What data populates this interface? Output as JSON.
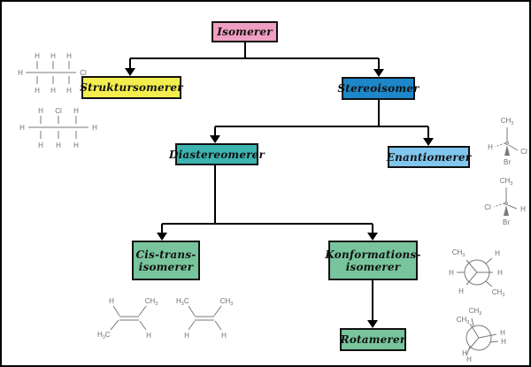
{
  "diagram": {
    "title_hint": "Isomer classification flowchart (German)",
    "nodes": {
      "isomerer": {
        "label": "Isomerer",
        "bg": "#ef9fc3"
      },
      "struktur": {
        "label": "Struktursomerer",
        "bg": "#f3ee4e"
      },
      "stereoisomer": {
        "label": "Stereoisomer",
        "bg": "#1e87c9"
      },
      "diastereomerer": {
        "label": "Diastereomerer",
        "bg": "#3cb4af"
      },
      "enantiomerer": {
        "label": "Enantiomerer",
        "bg": "#80c6ef"
      },
      "cis_trans": {
        "lines": [
          "Cis-trans-",
          "isomerer"
        ],
        "bg": "#78c49c"
      },
      "konformations": {
        "lines": [
          "Konformations-",
          "isomerer"
        ],
        "bg": "#78c49c"
      },
      "rotamerer": {
        "label": "Rotamerer",
        "bg": "#78c49c"
      }
    },
    "line_color": "#000000",
    "molecule_color": "#7a7a7a"
  },
  "labels": {
    "H": "H",
    "Cl": "Cl",
    "Br": "Br",
    "CH": "CH",
    "C": "C",
    "sub3": "3"
  }
}
